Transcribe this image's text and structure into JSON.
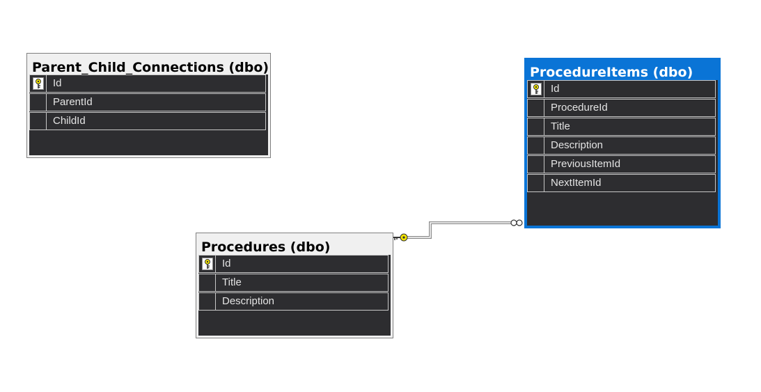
{
  "canvas_background": "#ffffff",
  "colors": {
    "frame": "#f0f0f0",
    "selected_frame": "#0a74d6",
    "grid_body": "#2d2d30",
    "grid_line": "#c8c8c8",
    "column_text": "#e4e4e4",
    "key_yellow": "#f2e400"
  },
  "tables": {
    "parent_child_connections": {
      "title": "Parent_Child_Connections (dbo)",
      "selected": false,
      "columns": [
        {
          "name": "Id",
          "primary_key": true
        },
        {
          "name": "ParentId",
          "primary_key": false
        },
        {
          "name": "ChildId",
          "primary_key": false
        }
      ]
    },
    "procedure_items": {
      "title": "ProcedureItems (dbo)",
      "selected": true,
      "columns": [
        {
          "name": "Id",
          "primary_key": true
        },
        {
          "name": "ProcedureId",
          "primary_key": false
        },
        {
          "name": "Title",
          "primary_key": false
        },
        {
          "name": "Description",
          "primary_key": false
        },
        {
          "name": "PreviousItemId",
          "primary_key": false
        },
        {
          "name": "NextItemId",
          "primary_key": false
        }
      ]
    },
    "procedures": {
      "title": "Procedures (dbo)",
      "selected": false,
      "columns": [
        {
          "name": "Id",
          "primary_key": true
        },
        {
          "name": "Title",
          "primary_key": false
        },
        {
          "name": "Description",
          "primary_key": false
        }
      ]
    }
  },
  "relationships": [
    {
      "from_table": "Procedures",
      "to_table": "ProcedureItems",
      "one_end_icon": "key-icon",
      "many_end_icon": "infinity-icon"
    }
  ]
}
